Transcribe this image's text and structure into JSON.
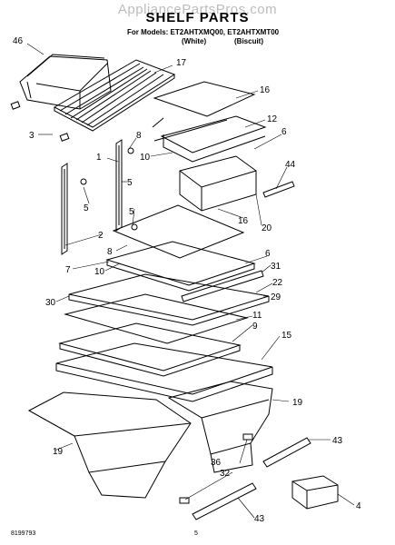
{
  "watermark": "AppliancePartsPros.com",
  "title": "SHELF PARTS",
  "models_line": "For Models: ET2AHTXMQ00, ET2AHTXMT00",
  "variant_white": "(White)",
  "variant_biscuit": "(Biscuit)",
  "doc_number": "8199793",
  "page_number": "5",
  "callouts": {
    "c46": "46",
    "c17": "17",
    "c3": "3",
    "c16a": "16",
    "c12": "12",
    "c8a": "8",
    "c6a": "6",
    "c10a": "10",
    "c44": "44",
    "c1": "1",
    "c5a": "5",
    "c5b": "5",
    "c5c": "5",
    "c16b": "16",
    "c20": "20",
    "c2": "2",
    "c8b": "8",
    "c6b": "6",
    "c7": "7",
    "c10b": "10",
    "c31": "31",
    "c22": "22",
    "c30": "30",
    "c29": "29",
    "c11": "11",
    "c9": "9",
    "c15": "15",
    "c19a": "19",
    "c19b": "19",
    "c43a": "43",
    "c36": "36",
    "c32": "32",
    "c4": "4",
    "c43b": "43"
  }
}
